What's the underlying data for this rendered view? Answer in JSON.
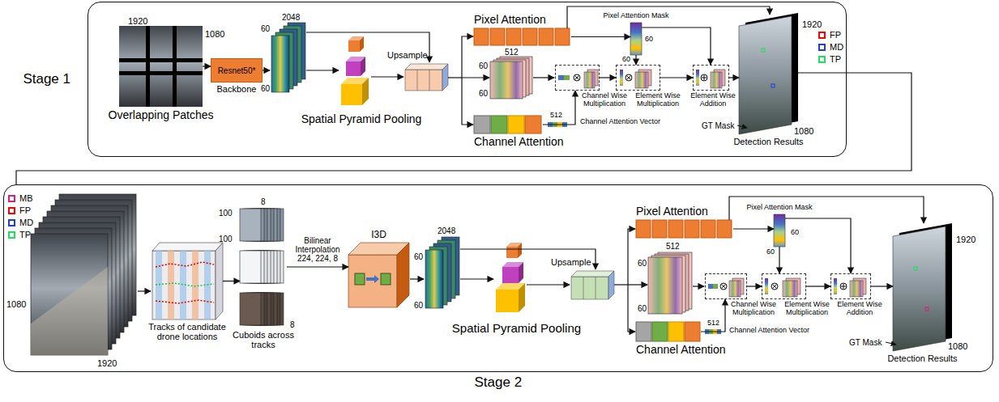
{
  "diagram": {
    "caption": "Stage 2",
    "nodes": [
      {
        "text": [
          "Stage 1"
        ]
      },
      {
        "text": [
          "Overlapping Patches"
        ],
        "in": 0
      },
      {
        "text": [
          "Resnet50*",
          "Backbone"
        ],
        "in": 0
      },
      {
        "text": [
          "Spatial Pyramid Pooling"
        ],
        "in": 0
      },
      {
        "text": [
          "Pixel Attention"
        ],
        "in": 0
      },
      {
        "text": [
          "Pixel Attention Mask"
        ],
        "in": 0
      },
      {
        "text": [
          "Channel Attention"
        ],
        "in": 0
      },
      {
        "text": [
          "Channel Wise Multiplication"
        ],
        "in": 0
      },
      {
        "text": [
          "Element Wise Multiplication"
        ],
        "in": 0
      },
      {
        "text": [
          "Element Wise Addition"
        ],
        "in": 0
      },
      {
        "text": [
          "Detection Results"
        ],
        "in": 0
      },
      {
        "text": []
      },
      {
        "text": [
          "Tracks of candidate drone locations"
        ],
        "in": 11
      },
      {
        "text": [
          "Cuboids across tracks"
        ],
        "in": 11
      },
      {
        "text": [
          "I3D"
        ],
        "in": 11
      },
      {
        "text": [
          "Spatial Pyramid Pooling"
        ],
        "in": 11
      },
      {
        "text": [
          "Pixel Attention"
        ],
        "in": 11
      },
      {
        "text": [
          "Pixel Attention Mask"
        ],
        "in": 11
      },
      {
        "text": [
          "Channel Attention"
        ],
        "in": 11
      },
      {
        "text": [
          "Channel Wise Multiplication"
        ],
        "in": 11
      },
      {
        "text": [
          "Element Wise Multiplication"
        ],
        "in": 11
      },
      {
        "text": [
          "Element Wise Addition"
        ],
        "in": 11
      },
      {
        "text": [
          "Detection Results"
        ],
        "in": 11
      }
    ],
    "edges": [
      {
        "from": 1,
        "to": 2,
        "arrow": "to"
      },
      {
        "from": 4,
        "to": 5,
        "arrow": "to"
      },
      {
        "from": 4,
        "to": 10,
        "arrow": "to"
      },
      {
        "from": 5,
        "to": 8,
        "arrow": "to"
      },
      {
        "from": 5,
        "to": 9,
        "arrow": "to"
      },
      {
        "from": 6,
        "to": 7,
        "arrow": "to"
      },
      {
        "from": 7,
        "to": 8,
        "arrow": "to"
      },
      {
        "from": 8,
        "to": 9,
        "arrow": "to"
      },
      {
        "from": 9,
        "to": 10,
        "arrow": "to"
      },
      {
        "from": 10,
        "to": 11,
        "arrow": "none"
      },
      {
        "from": 12,
        "to": 13,
        "arrow": "to"
      },
      {
        "from": 13,
        "to": 14,
        "label": "Bilinear Interpolation 224, 224, 8",
        "arrow": "to"
      },
      {
        "from": 16,
        "to": 17,
        "arrow": "to"
      },
      {
        "from": 16,
        "to": 22,
        "arrow": "to"
      },
      {
        "from": 17,
        "to": 20,
        "arrow": "to"
      },
      {
        "from": 17,
        "to": 21,
        "arrow": "to"
      },
      {
        "from": 18,
        "to": 19,
        "arrow": "to"
      },
      {
        "from": 19,
        "to": 20,
        "arrow": "to"
      },
      {
        "from": 20,
        "to": 21,
        "arrow": "to"
      },
      {
        "from": 21,
        "to": 22,
        "arrow": "to"
      }
    ],
    "labels": [
      "1920",
      "1080",
      "60",
      "60",
      "2048",
      "Upsample",
      "60",
      "60",
      "60",
      "512",
      "60",
      "512",
      "Channel Attention Vector",
      "1920",
      "1080",
      "GT Mask",
      "1080",
      "1920",
      "100",
      "100",
      "8",
      "8",
      "60",
      "2048",
      "60",
      "Upsample",
      "60",
      "60",
      "60",
      "512",
      "60",
      "512",
      "Channel Attention Vector",
      "1920",
      "1080",
      "GT Mask"
    ],
    "legend": [
      {
        "text": "FP",
        "color": "#ff0000"
      },
      {
        "text": "MD",
        "color": "#1f3fd1"
      },
      {
        "text": "TP",
        "color": "#19e35a"
      },
      {
        "text": "MB",
        "color": "#d4237a"
      },
      {
        "text": "FP",
        "color": "#ff0000"
      },
      {
        "text": "MD",
        "color": "#1f3fd1"
      },
      {
        "text": "TP",
        "color": "#19e35a"
      }
    ]
  }
}
